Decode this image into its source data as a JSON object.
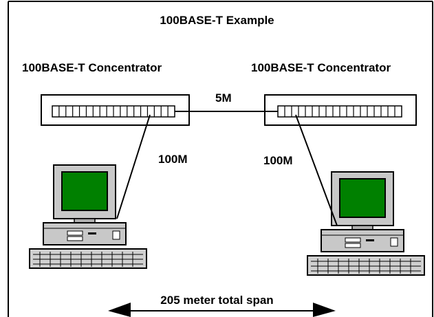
{
  "diagram": {
    "title": "100BASE-T Example",
    "concentrators": [
      {
        "label": "100BASE-T Concentrator"
      },
      {
        "label": "100BASE-T Concentrator"
      }
    ],
    "links": {
      "inter_concentrator": "5M",
      "left_station": "100M",
      "right_station": "100M"
    },
    "span_label": "205 meter total span",
    "colors": {
      "screen": "#008000",
      "lines": "#000000",
      "background": "#ffffff"
    }
  }
}
